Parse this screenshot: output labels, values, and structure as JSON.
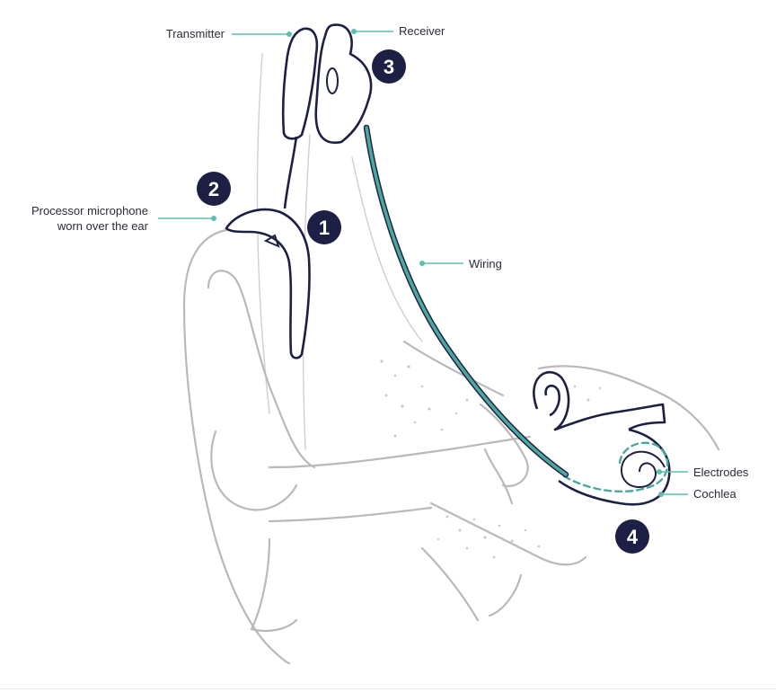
{
  "labels": {
    "transmitter": "Transmitter",
    "receiver": "Receiver",
    "processor_line1": "Processor microphone",
    "processor_line2": "worn over the ear",
    "wiring": "Wiring",
    "electrodes": "Electrodes",
    "cochlea": "Cochlea"
  },
  "markers": [
    "1",
    "2",
    "3",
    "4"
  ],
  "colors": {
    "device_outline": "#1e1f44",
    "marker_fill": "#1e1f44",
    "wire": "#4aa89c",
    "leader": "#5cbfae",
    "anatomy": "#b9b9bd",
    "text": "#2b2b3a"
  }
}
